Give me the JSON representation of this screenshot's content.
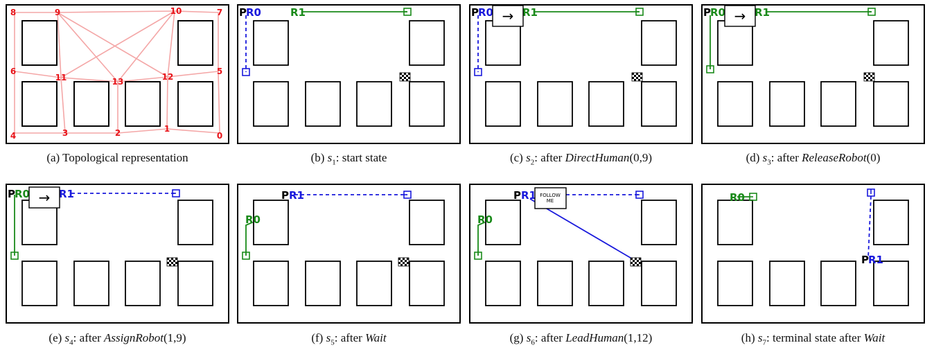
{
  "nodes": [
    "0",
    "1",
    "2",
    "3",
    "4",
    "5",
    "6",
    "7",
    "8",
    "9",
    "10",
    "11",
    "12",
    "13"
  ],
  "labels": {
    "person": "P",
    "robot0": "R0",
    "robot1": "R1",
    "direct_sign": "→",
    "follow_sign_line1": "FOLLOW",
    "follow_sign_line2": "ME"
  },
  "colors": {
    "edge": "#f4a7a7",
    "node_label": "#e8141a",
    "robot0": "#1a8a1a",
    "robot1": "#1a1adc",
    "outline": "#000000"
  },
  "panels": [
    {
      "id": "a",
      "letter": "(a)",
      "pre": "Topological representation",
      "state": "",
      "sub": "",
      "action": "",
      "args": ""
    },
    {
      "id": "b",
      "letter": "(b)",
      "pre": "",
      "state": "s",
      "sub": "1",
      "colon": ": start state",
      "action": "",
      "args": ""
    },
    {
      "id": "c",
      "letter": "(c)",
      "pre": "",
      "state": "s",
      "sub": "2",
      "colon": ": after ",
      "action": "DirectHuman",
      "args": "(0,9)"
    },
    {
      "id": "d",
      "letter": "(d)",
      "pre": "",
      "state": "s",
      "sub": "3",
      "colon": ": after ",
      "action": "ReleaseRobot",
      "args": "(0)"
    },
    {
      "id": "e",
      "letter": "(e)",
      "pre": "",
      "state": "s",
      "sub": "4",
      "colon": ": after ",
      "action": "AssignRobot",
      "args": "(1,9)"
    },
    {
      "id": "f",
      "letter": "(f)",
      "pre": "",
      "state": "s",
      "sub": "5",
      "colon": ": after ",
      "action": "Wait",
      "args": ""
    },
    {
      "id": "g",
      "letter": "(g)",
      "pre": "",
      "state": "s",
      "sub": "6",
      "colon": ": after ",
      "action": "LeadHuman",
      "args": "(1,12)"
    },
    {
      "id": "h",
      "letter": "(h)",
      "pre": "",
      "state": "s",
      "sub": "7",
      "colon": ": terminal state after ",
      "action": "Wait",
      "args": ""
    }
  ]
}
